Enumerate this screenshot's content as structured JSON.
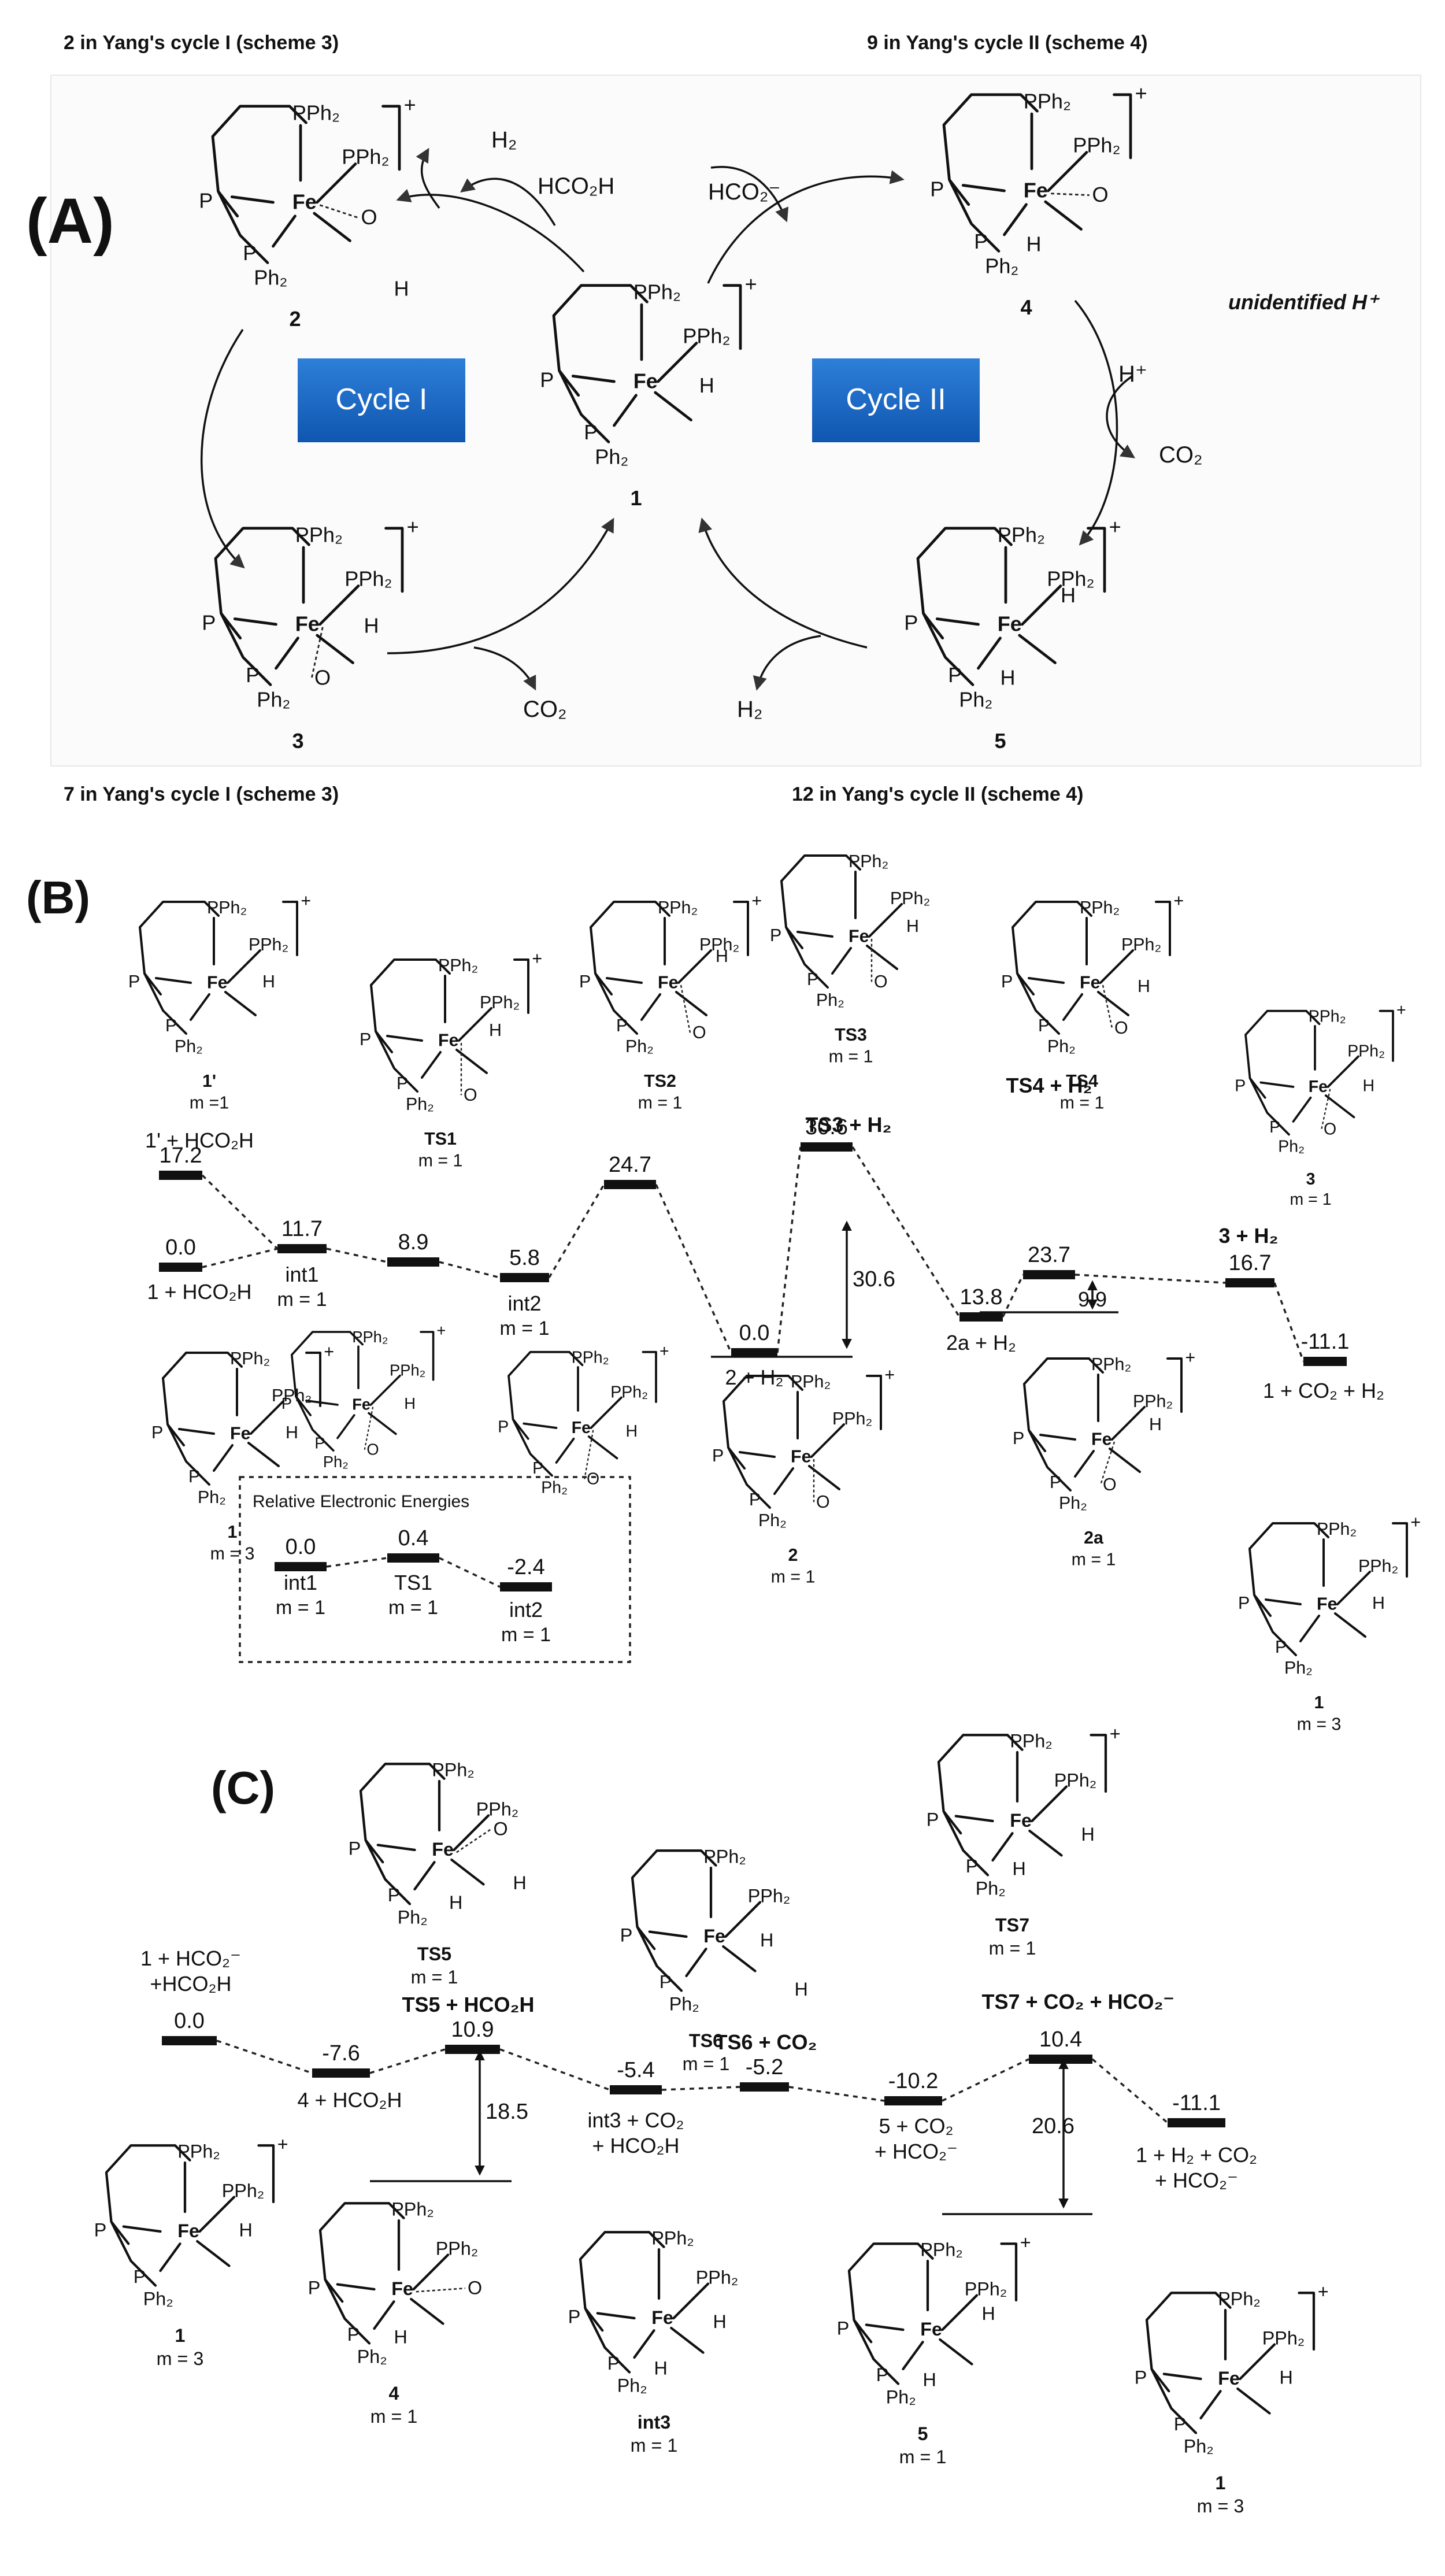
{
  "panelA": {
    "label": "(A)",
    "cap_top_left": "2 in Yang's cycle I  (scheme 3)",
    "cap_top_right": "9  in Yang's cycle II  (scheme 4)",
    "cap_bottom_left": "7 in Yang's cycle I (scheme 3)",
    "cap_bottom_right": "12 in Yang's cycle II (scheme 4)",
    "cycle1": "Cycle I",
    "cycle2": "Cycle II",
    "unidentified": "unidentified H⁺",
    "h2_top": "H₂",
    "hco2h": "HCO₂H",
    "hco2_minus": "HCO₂⁻",
    "h_plus": "H⁺",
    "co2_right": "CO₂",
    "co2_bottom": "CO₂",
    "h2_bottom": "H₂",
    "num1": "1",
    "num2": "2",
    "num3": "3",
    "num4": "4",
    "num5": "5"
  },
  "panelB": {
    "label": "(B)",
    "levels": [
      {
        "name": "1' + HCO₂H",
        "value": "17.2",
        "m": ""
      },
      {
        "name": "1 + HCO₂H",
        "value": "0.0",
        "m": ""
      },
      {
        "name": "int1",
        "value": "11.7",
        "m": "m = 1"
      },
      {
        "name": "TS1",
        "value": "8.9",
        "m": "m = 1"
      },
      {
        "name": "int2",
        "value": "5.8",
        "m": "m = 1"
      },
      {
        "name": "TS2",
        "value": "24.7",
        "m": "m = 1"
      },
      {
        "name": "2 + H₂",
        "value": "0.0",
        "m": ""
      },
      {
        "name": "TS3 + H₂",
        "value": "30.6",
        "m": ""
      },
      {
        "name": "2a + H₂",
        "value": "13.8",
        "m": ""
      },
      {
        "name": "TS4 + H₂",
        "value": "23.7",
        "m": ""
      },
      {
        "name": "3 + H₂",
        "value": "16.7",
        "m": ""
      },
      {
        "name": "1 + CO₂ + H₂",
        "value": "-11.1",
        "m": ""
      }
    ],
    "barrier1": "30.6",
    "barrier2": "9.9",
    "struct_labels": {
      "s1p": "1'",
      "s1p_m": "m =1",
      "sts1": "TS1",
      "sts1_m": "m = 1",
      "sts2": "TS2",
      "sts2_m": "m = 1",
      "sts3": "TS3",
      "sts3_m": "m = 1",
      "sts4": "TS4",
      "sts4_m": "m = 1",
      "s3": "3",
      "s3_m": "m = 1",
      "s1": "1",
      "s1_m": "m = 3",
      "sint1_m": "",
      "s2": "2",
      "s2_m": "m = 1",
      "s2a": "2a",
      "s2a_m": "m = 1",
      "s1r": "1",
      "s1r_m": "m = 3"
    },
    "inset": {
      "title": "Relative Electronic Energies",
      "levels": [
        {
          "name": "int1",
          "value": "0.0",
          "m": "m = 1"
        },
        {
          "name": "TS1",
          "value": "0.4",
          "m": "m = 1"
        },
        {
          "name": "int2",
          "value": "-2.4",
          "m": "m = 1"
        }
      ]
    }
  },
  "panelC": {
    "label": "(C)",
    "levels": [
      {
        "name": "1 + HCO₂⁻",
        "name2": "+HCO₂H",
        "value": "0.0"
      },
      {
        "name": "4 + HCO₂H",
        "name2": "",
        "value": "-7.6"
      },
      {
        "name": "TS5 + HCO₂H",
        "name2": "",
        "value": "10.9"
      },
      {
        "name": "int3 + CO₂",
        "name2": "+ HCO₂H",
        "value": "-5.4"
      },
      {
        "name": "TS6 + CO₂",
        "name2": "",
        "value": "-5.2"
      },
      {
        "name": "5 + CO₂",
        "name2": "+ HCO₂⁻",
        "value": "-10.2"
      },
      {
        "name": "TS7 + CO₂ + HCO₂⁻",
        "name2": "",
        "value": "10.4"
      },
      {
        "name": "1 + H₂ + CO₂",
        "name2": "+ HCO₂⁻",
        "value": "-11.1"
      }
    ],
    "barrier1": "18.5",
    "barrier2": "20.6",
    "struct_labels": {
      "ts5": "TS5",
      "ts5_m": "m = 1",
      "ts6": "TS6",
      "ts6_m": "m = 1",
      "ts7": "TS7",
      "ts7_m": "m = 1",
      "c1": "1",
      "c1_m": "m = 3",
      "c4": "4",
      "c4_m": "m = 1",
      "cint3": "int3",
      "cint3_m": "m = 1",
      "c5": "5",
      "c5_m": "m = 1",
      "c1r": "1",
      "c1r_m": "m = 3"
    }
  },
  "atoms": {
    "pph2": "PPh₂",
    "ph2": "Ph₂",
    "p": "P",
    "fe": "Fe",
    "h": "H",
    "o": "O",
    "plus": "+"
  }
}
